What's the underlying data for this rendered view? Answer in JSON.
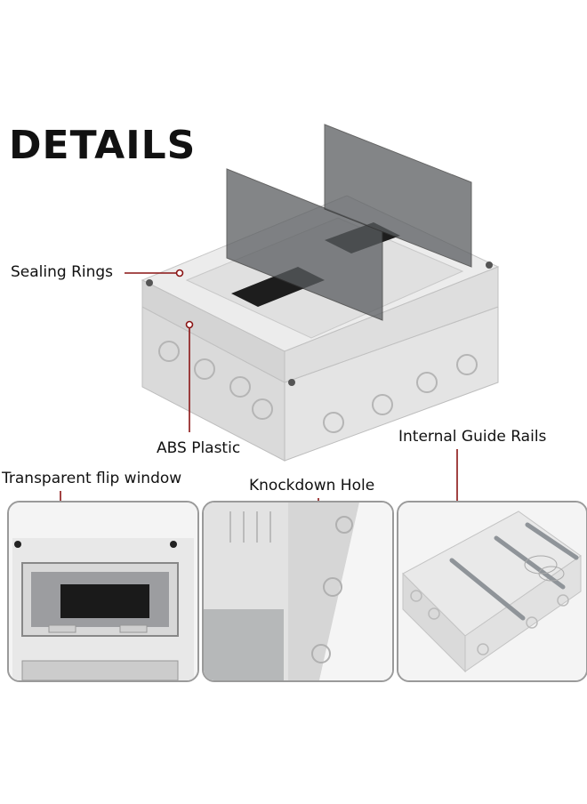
{
  "title": "DETAILS",
  "callouts": {
    "sealing_rings": "Sealing Rings",
    "abs_plastic": "ABS Plastic",
    "internal_guide_rails": "Internal Guide Rails",
    "transparent_flip_window": "Transparent flip window",
    "knockdown_hole": "Knockdown Hole"
  },
  "colors": {
    "leader_line": "#8a1414",
    "box_body": "#e6e6e6",
    "window_tint": "#5a5d60",
    "panel_border": "#9a9a9a"
  }
}
